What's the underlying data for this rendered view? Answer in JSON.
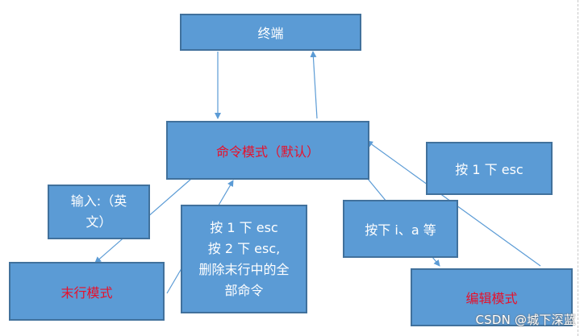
{
  "diagram": {
    "nodes": {
      "terminal": "终端",
      "command_mode": "命令模式（默认）",
      "press_esc_once_right": "按 1 下 esc",
      "input_colon": [
        "输入:（英",
        "文）"
      ],
      "esc_hints": [
        "按 1 下 esc",
        "按 2 下 esc,",
        "删除末行中的全",
        "部命令"
      ],
      "press_i_a": "按下 i、a 等",
      "last_line_mode": "末行模式",
      "edit_mode": "编辑模式"
    },
    "colors": {
      "box_fill": "#5b9bd5",
      "box_border": "#41719c",
      "arrow": "#5b9bd5",
      "mode_text": "#e8102b",
      "label_text": "#ffffff"
    }
  },
  "watermark": "CSDN @城下深蓝"
}
